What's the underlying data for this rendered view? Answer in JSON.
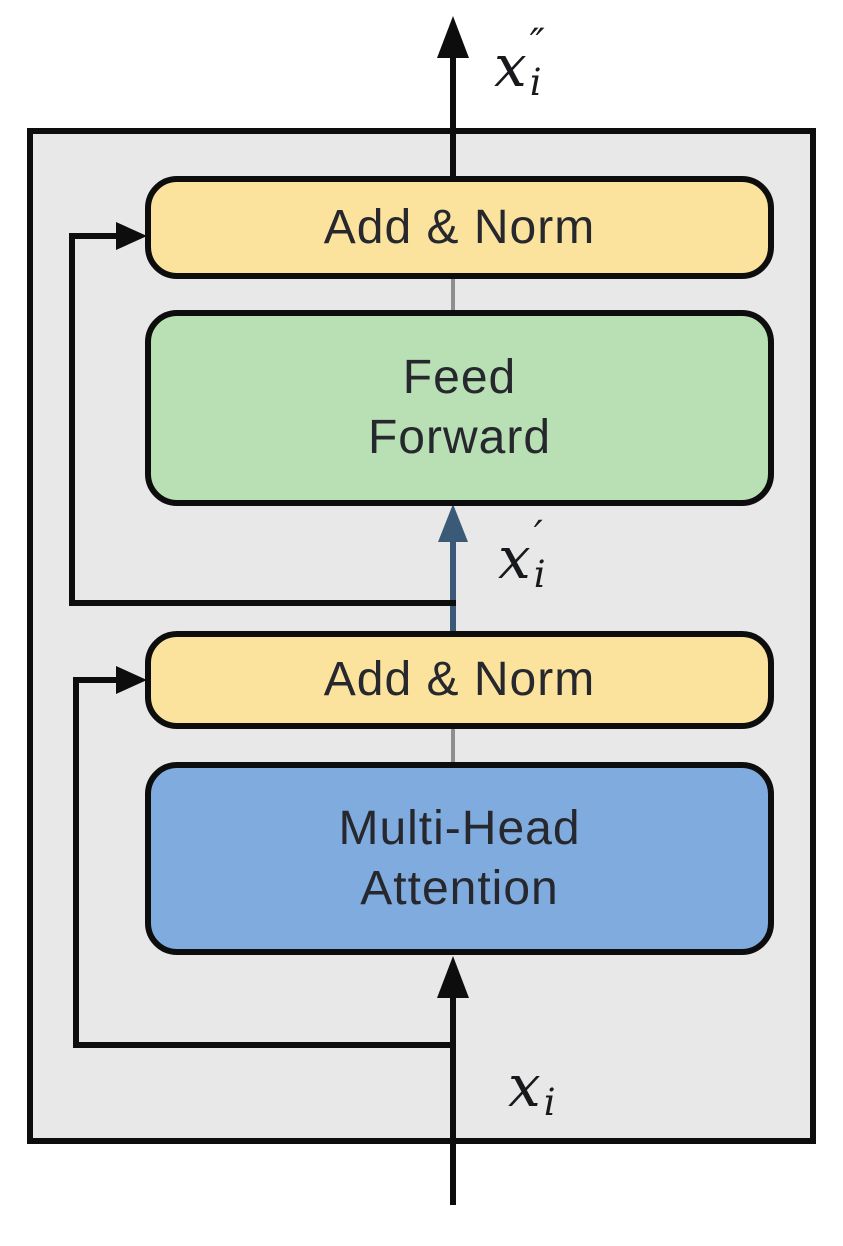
{
  "diagram": {
    "blocks": {
      "add_norm_top": {
        "label": "Add & Norm",
        "fill": "#fbe39e"
      },
      "feed_forward": {
        "lines": [
          "Feed",
          "Forward"
        ],
        "fill": "#b9e0b4"
      },
      "add_norm_bottom": {
        "label": "Add & Norm",
        "fill": "#fbe39e"
      },
      "multi_head_attention": {
        "lines": [
          "Multi-Head",
          "Attention"
        ],
        "fill": "#7fabde"
      }
    },
    "labels": {
      "output": {
        "base": "x",
        "accent": "″",
        "sub": "i"
      },
      "intermediate": {
        "base": "x",
        "accent": "′",
        "sub": "i"
      },
      "input": {
        "base": "x",
        "accent": "",
        "sub": "i"
      }
    },
    "colors": {
      "frame_background": "#e8e8e8",
      "outline": "#0d0d0d",
      "feed_forward_arrow": "#3a5a78",
      "thin_connector": "#8f8f8f",
      "add_norm_fill": "#fbe39e",
      "feed_forward_fill": "#b9e0b4",
      "attention_fill": "#7fabde"
    }
  }
}
